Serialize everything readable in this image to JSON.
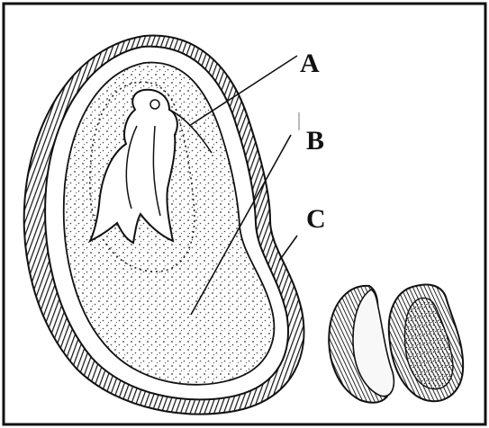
{
  "labels": {
    "a": "A",
    "b": "B",
    "c": "C"
  },
  "colors": {
    "ink": "#111111",
    "fill": "#f4f4f4",
    "background": "#ffffff"
  }
}
